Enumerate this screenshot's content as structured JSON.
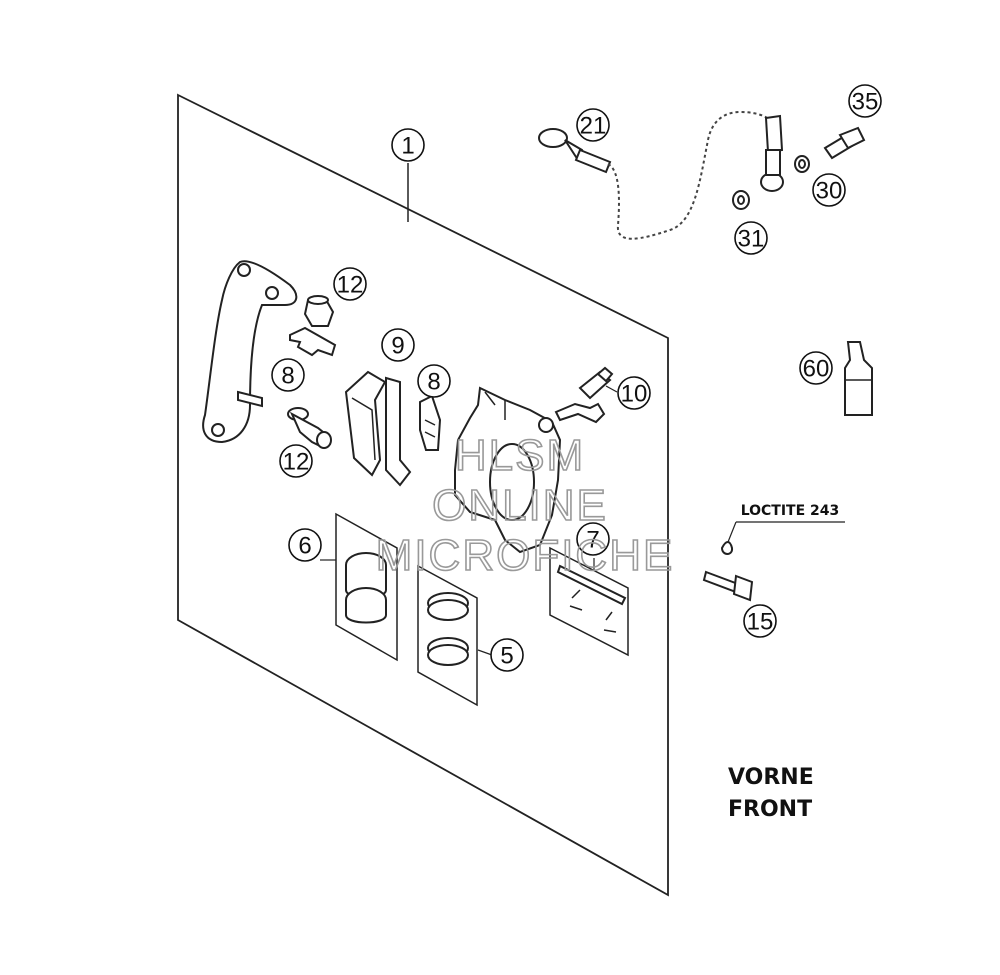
{
  "callouts": {
    "c1": "1",
    "c21": "21",
    "c35": "35",
    "c30": "30",
    "c31": "31",
    "c12a": "12",
    "c9": "9",
    "c8a": "8",
    "c8b": "8",
    "c10": "10",
    "c12b": "12",
    "c60": "60",
    "c6": "6",
    "c7": "7",
    "c5": "5",
    "c15": "15"
  },
  "loctite_label": "LOCTITE 243",
  "position_label": {
    "line1": "VORNE",
    "line2": "FRONT"
  },
  "watermark": {
    "line1": "HLSM",
    "line2": "ONLINE",
    "line3": "MICROFICHE"
  }
}
